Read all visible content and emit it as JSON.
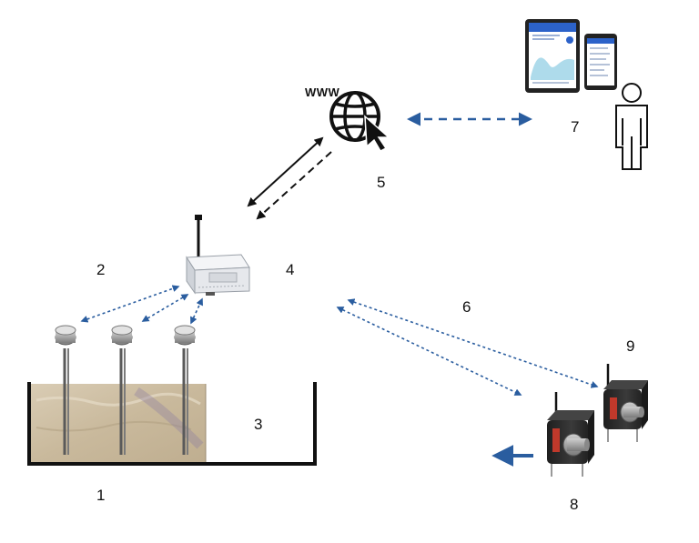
{
  "labels": {
    "n1": "1",
    "n2": "2",
    "n3": "3",
    "n4": "4",
    "n5": "5",
    "n6": "6",
    "n7": "7",
    "n8": "8",
    "n9": "9",
    "www": "WWW"
  },
  "colors": {
    "link_blue": "#2a5d9f",
    "dark_line": "#111111",
    "sand": "#cdbfa6",
    "device_gray": "#e4e6ea",
    "pump_dark": "#2b2b2b",
    "pump_red": "#c0392b"
  },
  "icons": {
    "globe": "globe-cursor-icon",
    "person": "person-outline-icon",
    "tablet": "tablet-icon",
    "phone": "phone-icon",
    "gateway": "gateway-router-icon",
    "sensor": "soil-moisture-sensor-icon",
    "pump": "dosing-pump-icon"
  }
}
